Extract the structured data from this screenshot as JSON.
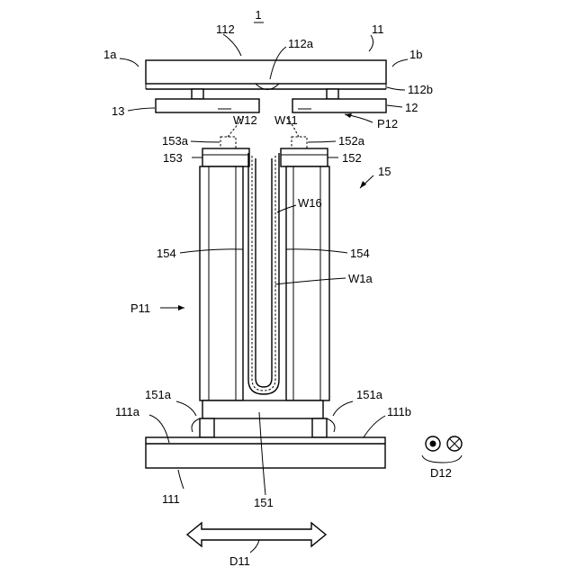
{
  "figure_number": "1",
  "labels": {
    "l_1a": "1a",
    "l_112": "112",
    "l_112a": "112a",
    "l_11": "11",
    "l_1b": "1b",
    "l_112b": "112b",
    "l_13": "13",
    "l_12": "12",
    "l_W12": "W12",
    "l_W11": "W11",
    "l_P12": "P12",
    "l_153a": "153a",
    "l_152a": "152a",
    "l_153": "153",
    "l_152": "152",
    "l_15": "15",
    "l_W16": "W16",
    "l_154L": "154",
    "l_154R": "154",
    "l_W1a": "W1a",
    "l_P11": "P11",
    "l_151aL": "151a",
    "l_151aR": "151a",
    "l_111a": "111a",
    "l_111b": "111b",
    "l_D12": "D12",
    "l_111": "111",
    "l_151": "151",
    "l_D11": "D11"
  },
  "direction_symbols": [
    "out-of-page-dot-icon",
    "into-page-cross-icon"
  ]
}
